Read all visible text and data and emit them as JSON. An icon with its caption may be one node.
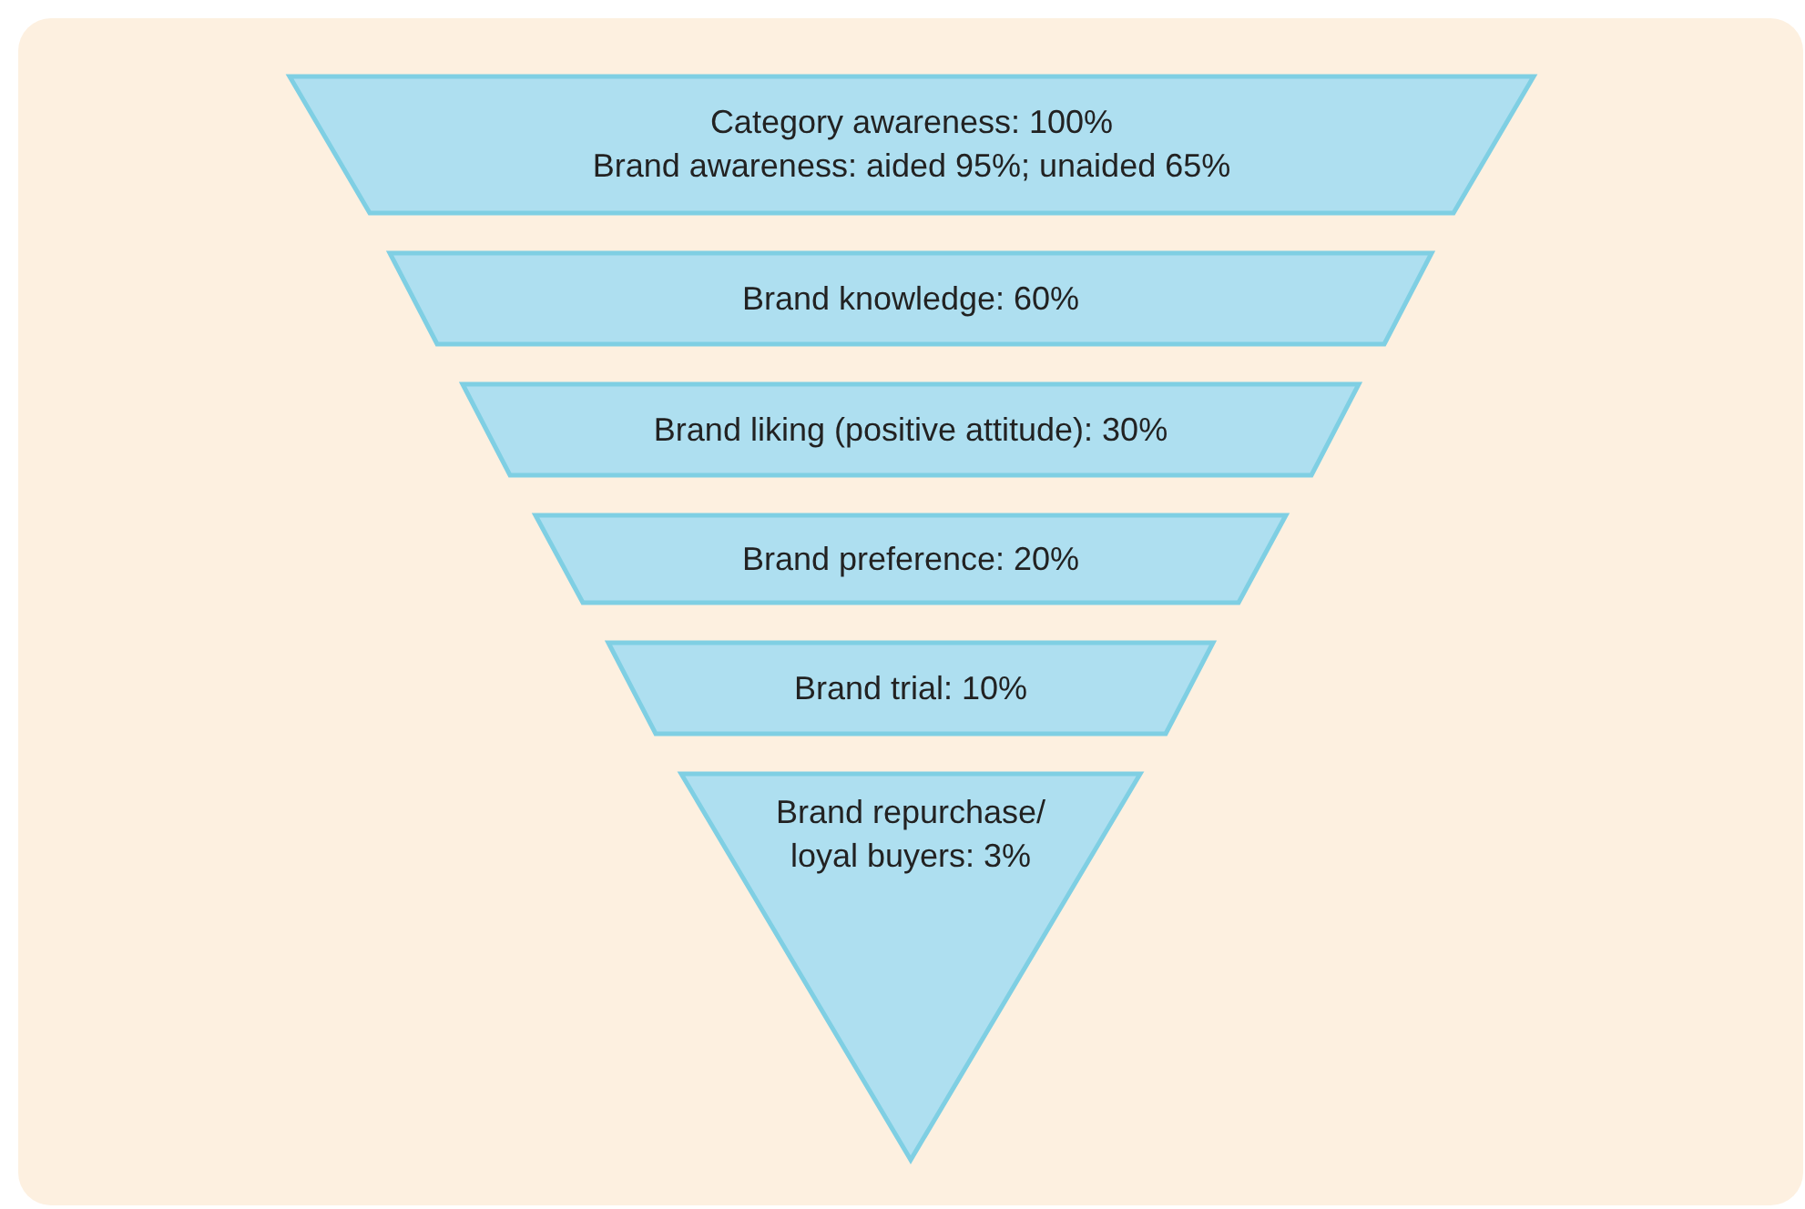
{
  "diagram": {
    "nodes": [
      {
        "text": [
          "Category awareness: 100%",
          "Brand awareness: aided 95%; unaided 65%"
        ]
      },
      {
        "text": [
          "Brand knowledge: 60%"
        ]
      },
      {
        "text": [
          "Brand liking (positive attitude): 30%"
        ]
      },
      {
        "text": [
          "Brand preference: 20%"
        ]
      },
      {
        "text": [
          "Brand trial: 10%"
        ]
      },
      {
        "text": [
          "Brand repurchase/ loyal buyers: 3%"
        ]
      }
    ],
    "edges": []
  }
}
